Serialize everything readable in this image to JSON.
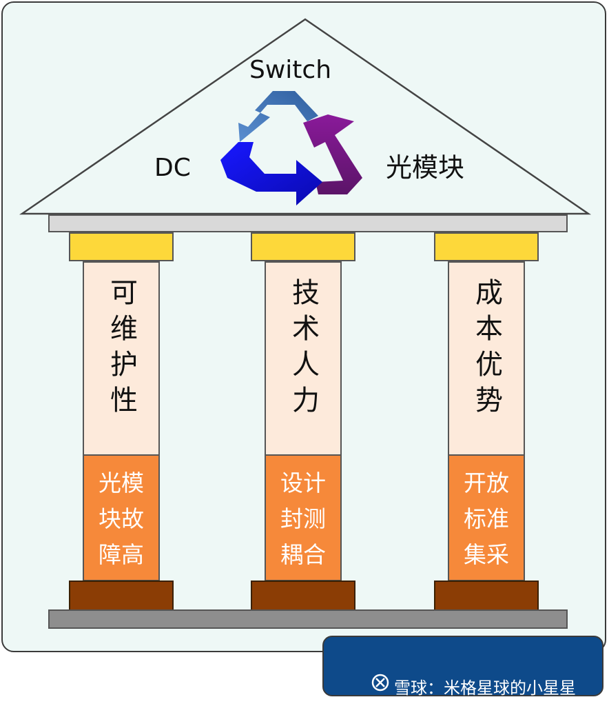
{
  "roof": {
    "top_label": "Switch",
    "left_label": "DC",
    "right_label": "光模块"
  },
  "pillars": [
    {
      "upper": "可维护性",
      "lower": [
        "光模",
        "块故",
        "障高"
      ]
    },
    {
      "upper": "技术人力",
      "lower": [
        "设计",
        "封测",
        "耦合"
      ]
    },
    {
      "upper": "成本优势",
      "lower": [
        "开放",
        "标准",
        "集采"
      ]
    }
  ],
  "watermark": {
    "text": "雪球：米格星球的小星星"
  },
  "colors": {
    "background": "#eef8f6",
    "capital": "#fdd83a",
    "shaft_upper": "#fdeadb",
    "shaft_lower": "#f6893a",
    "plinth": "#8b3d05",
    "arrow_blue_light": "#4a7fc0",
    "arrow_blue": "#1010e0",
    "arrow_purple": "#7a1a88",
    "watermark_bg": "#0e4a8a"
  },
  "icons": [
    "recycle-cycle-icon",
    "watermark-logo-icon"
  ]
}
